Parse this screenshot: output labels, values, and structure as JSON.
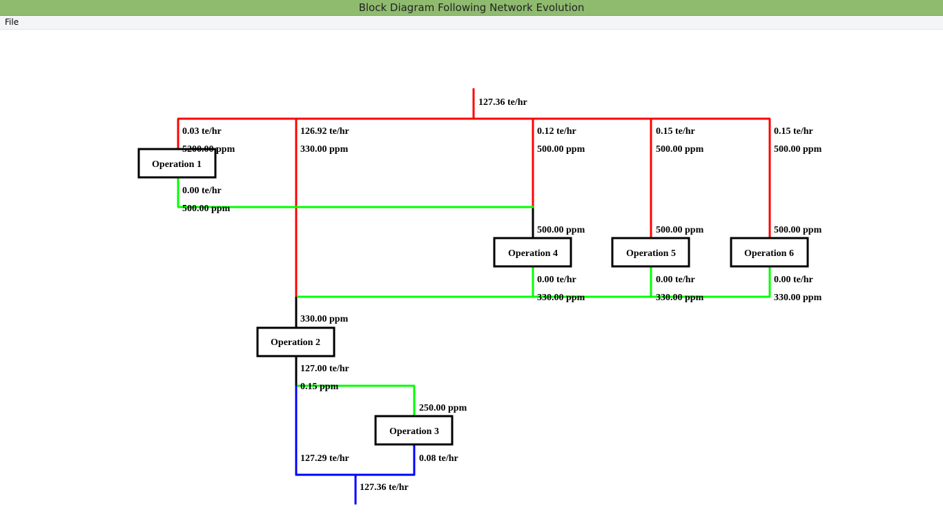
{
  "window": {
    "title": "Block Diagram Following Network Evolution"
  },
  "menu": {
    "items": [
      "File"
    ]
  },
  "colors": {
    "freshwater": "#ff0000",
    "reuse": "#00ff00",
    "wastewater": "#0000ff",
    "process": "#000000"
  },
  "operations": [
    "Operation 1",
    "Operation 2",
    "Operation 3",
    "Operation 4",
    "Operation 5",
    "Operation 6"
  ],
  "labels": {
    "source_flow": "127.36 te/hr",
    "op1_in_flow": "0.03 te/hr",
    "op1_in_conc": "5200.00 ppm",
    "op1_out_flow": "0.00 te/hr",
    "op1_out_conc": "500.00 ppm",
    "op2_fresh_flow": "126.92 te/hr",
    "op2_fresh_conc": "330.00 ppm",
    "op2_in_conc": "330.00 ppm",
    "op2_out_flow": "127.00 te/hr",
    "op2_out_conc": "0.15 ppm",
    "op3_in_conc": "250.00 ppm",
    "op3_out_flow": "0.08 te/hr",
    "bypass_flow": "127.29 te/hr",
    "sink_flow": "127.36 te/hr",
    "op4_fresh_flow": "0.12 te/hr",
    "op4_fresh_conc": "500.00 ppm",
    "op4_in_conc": "500.00 ppm",
    "op4_out_flow": "0.00 te/hr",
    "op4_out_conc": "330.00 ppm",
    "op5_fresh_flow": "0.15 te/hr",
    "op5_fresh_conc": "500.00 ppm",
    "op5_in_conc": "500.00 ppm",
    "op5_out_flow": "0.00 te/hr",
    "op5_out_conc": "330.00 ppm",
    "op6_fresh_flow": "0.15 te/hr",
    "op6_fresh_conc": "500.00 ppm",
    "op6_in_conc": "500.00 ppm",
    "op6_out_flow": "0.00 te/hr",
    "op6_out_conc": "330.00 ppm"
  }
}
